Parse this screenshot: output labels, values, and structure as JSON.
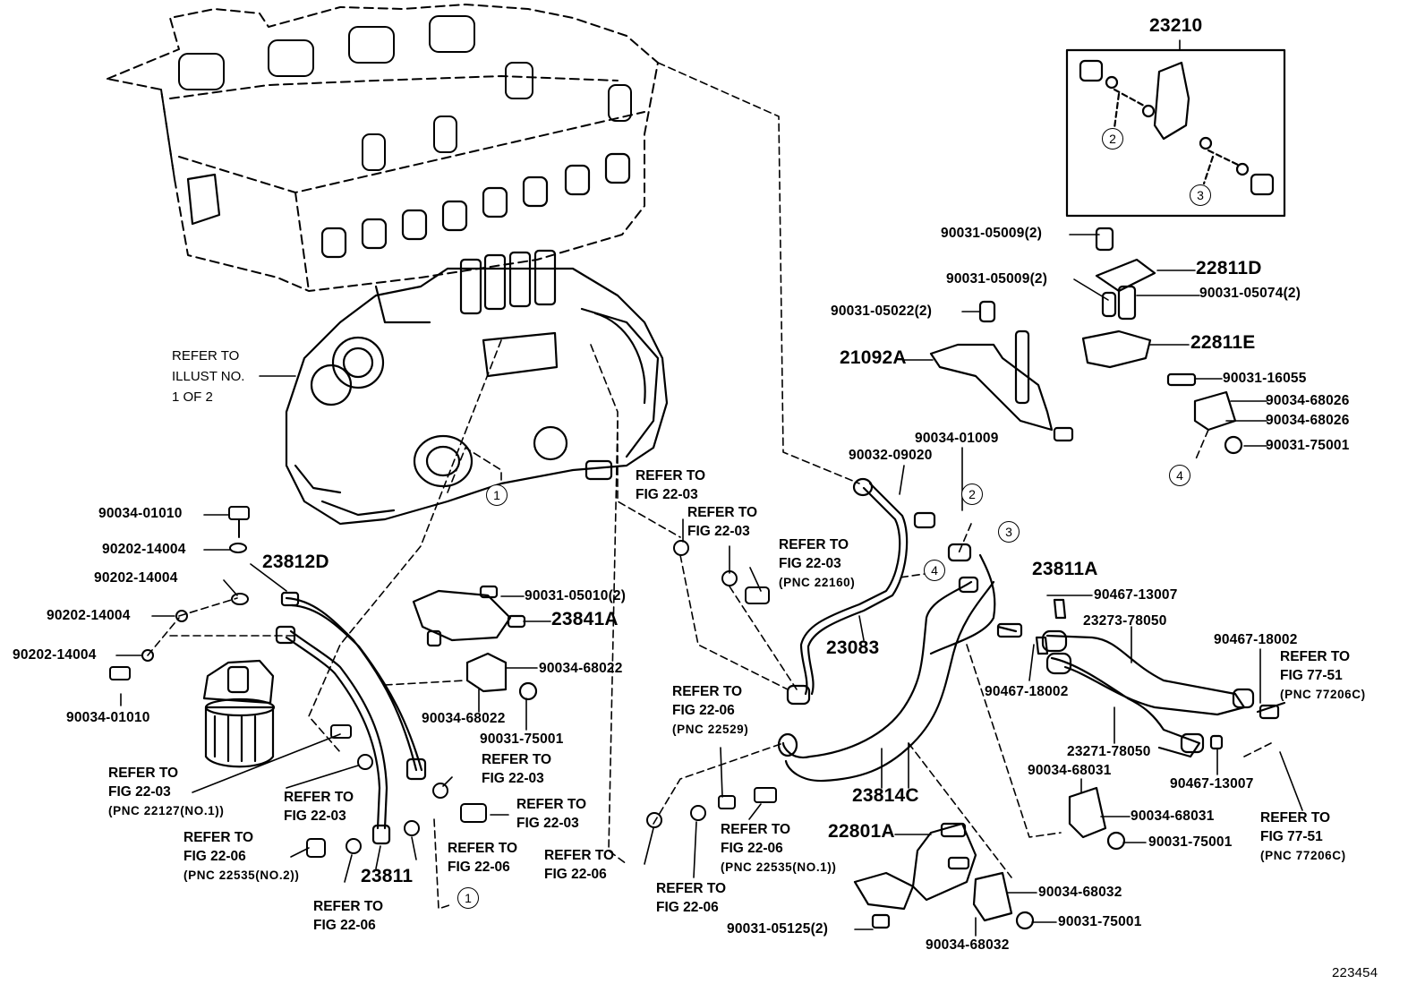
{
  "diagram_id": "223454",
  "part_numbers": {
    "p23210": "23210",
    "p22811D": "22811D",
    "p22811E": "22811E",
    "p21092A": "21092A",
    "p23812D": "23812D",
    "p23841A": "23841A",
    "p23811A": "23811A",
    "p23083": "23083",
    "p23814C": "23814C",
    "p22801A": "22801A",
    "p23811": "23811",
    "n90031_05009_a": "90031-05009(2)",
    "n90031_05009_b": "90031-05009(2)",
    "n90031_05074": "90031-05074(2)",
    "n90031_05022": "90031-05022(2)",
    "n90031_16055": "90031-16055",
    "n90034_68026_a": "90034-68026",
    "n90034_68026_b": "90034-68026",
    "n90031_75001_a": "90031-75001",
    "n90034_01009": "90034-01009",
    "n90032_09020": "90032-09020",
    "n90034_01010_a": "90034-01010",
    "n90202_14004_a": "90202-14004",
    "n90202_14004_b": "90202-14004",
    "n90202_14004_c": "90202-14004",
    "n90202_14004_d": "90202-14004",
    "n90034_01010_b": "90034-01010",
    "n90031_05010": "90031-05010(2)",
    "n90034_68022_a": "90034-68022",
    "n90034_68022_b": "90034-68022",
    "n90031_75001_b": "90031-75001",
    "n90467_13007_a": "90467-13007",
    "n23273_78050": "23273-78050",
    "n90467_18002_a": "90467-18002",
    "n90467_18002_b": "90467-18002",
    "n23271_78050": "23271-78050",
    "n90034_68031_a": "90034-68031",
    "n90034_68031_b": "90034-68031",
    "n90031_75001_c": "90031-75001",
    "n90467_13007_b": "90467-13007",
    "n90034_68032_a": "90034-68032",
    "n90034_68032_b": "90034-68032",
    "n90031_75001_d": "90031-75001",
    "n90031_05125": "90031-05125(2)"
  },
  "refer_notes": {
    "illust": [
      "REFER TO",
      "ILLUST NO.",
      "1 OF 2"
    ],
    "r1": [
      "REFER TO",
      "FIG 22-03"
    ],
    "r2": [
      "REFER TO",
      "FIG 22-03"
    ],
    "r3": [
      "REFER TO",
      "FIG 22-03",
      "(PNC 22160)"
    ],
    "r4": [
      "REFER TO",
      "FIG 22-06",
      "(PNC 22529)"
    ],
    "r5": [
      "REFER TO",
      "FIG 22-03",
      "(PNC 22127(NO.1))"
    ],
    "r6": [
      "REFER TO",
      "FIG 22-03"
    ],
    "r7": [
      "REFER TO",
      "FIG 22-03"
    ],
    "r8": [
      "REFER TO",
      "FIG 22-03"
    ],
    "r9": [
      "REFER TO",
      "FIG 22-06",
      "(PNC 22535(NO.2))"
    ],
    "r10": [
      "REFER TO",
      "FIG 22-06"
    ],
    "r11": [
      "REFER TO",
      "FIG 22-06"
    ],
    "r12": [
      "REFER TO",
      "FIG 22-06"
    ],
    "r13": [
      "REFER TO",
      "FIG 22-06",
      "(PNC 22535(NO.1))"
    ],
    "r14": [
      "REFER TO",
      "FIG 22-06"
    ],
    "r15": [
      "REFER TO",
      "FIG 77-51",
      "(PNC 77206C)"
    ],
    "r16": [
      "REFER TO",
      "FIG 77-51",
      "(PNC 77206C)"
    ]
  },
  "callouts": {
    "c1": "1",
    "c2": "2",
    "c3": "3",
    "c4": "4"
  }
}
